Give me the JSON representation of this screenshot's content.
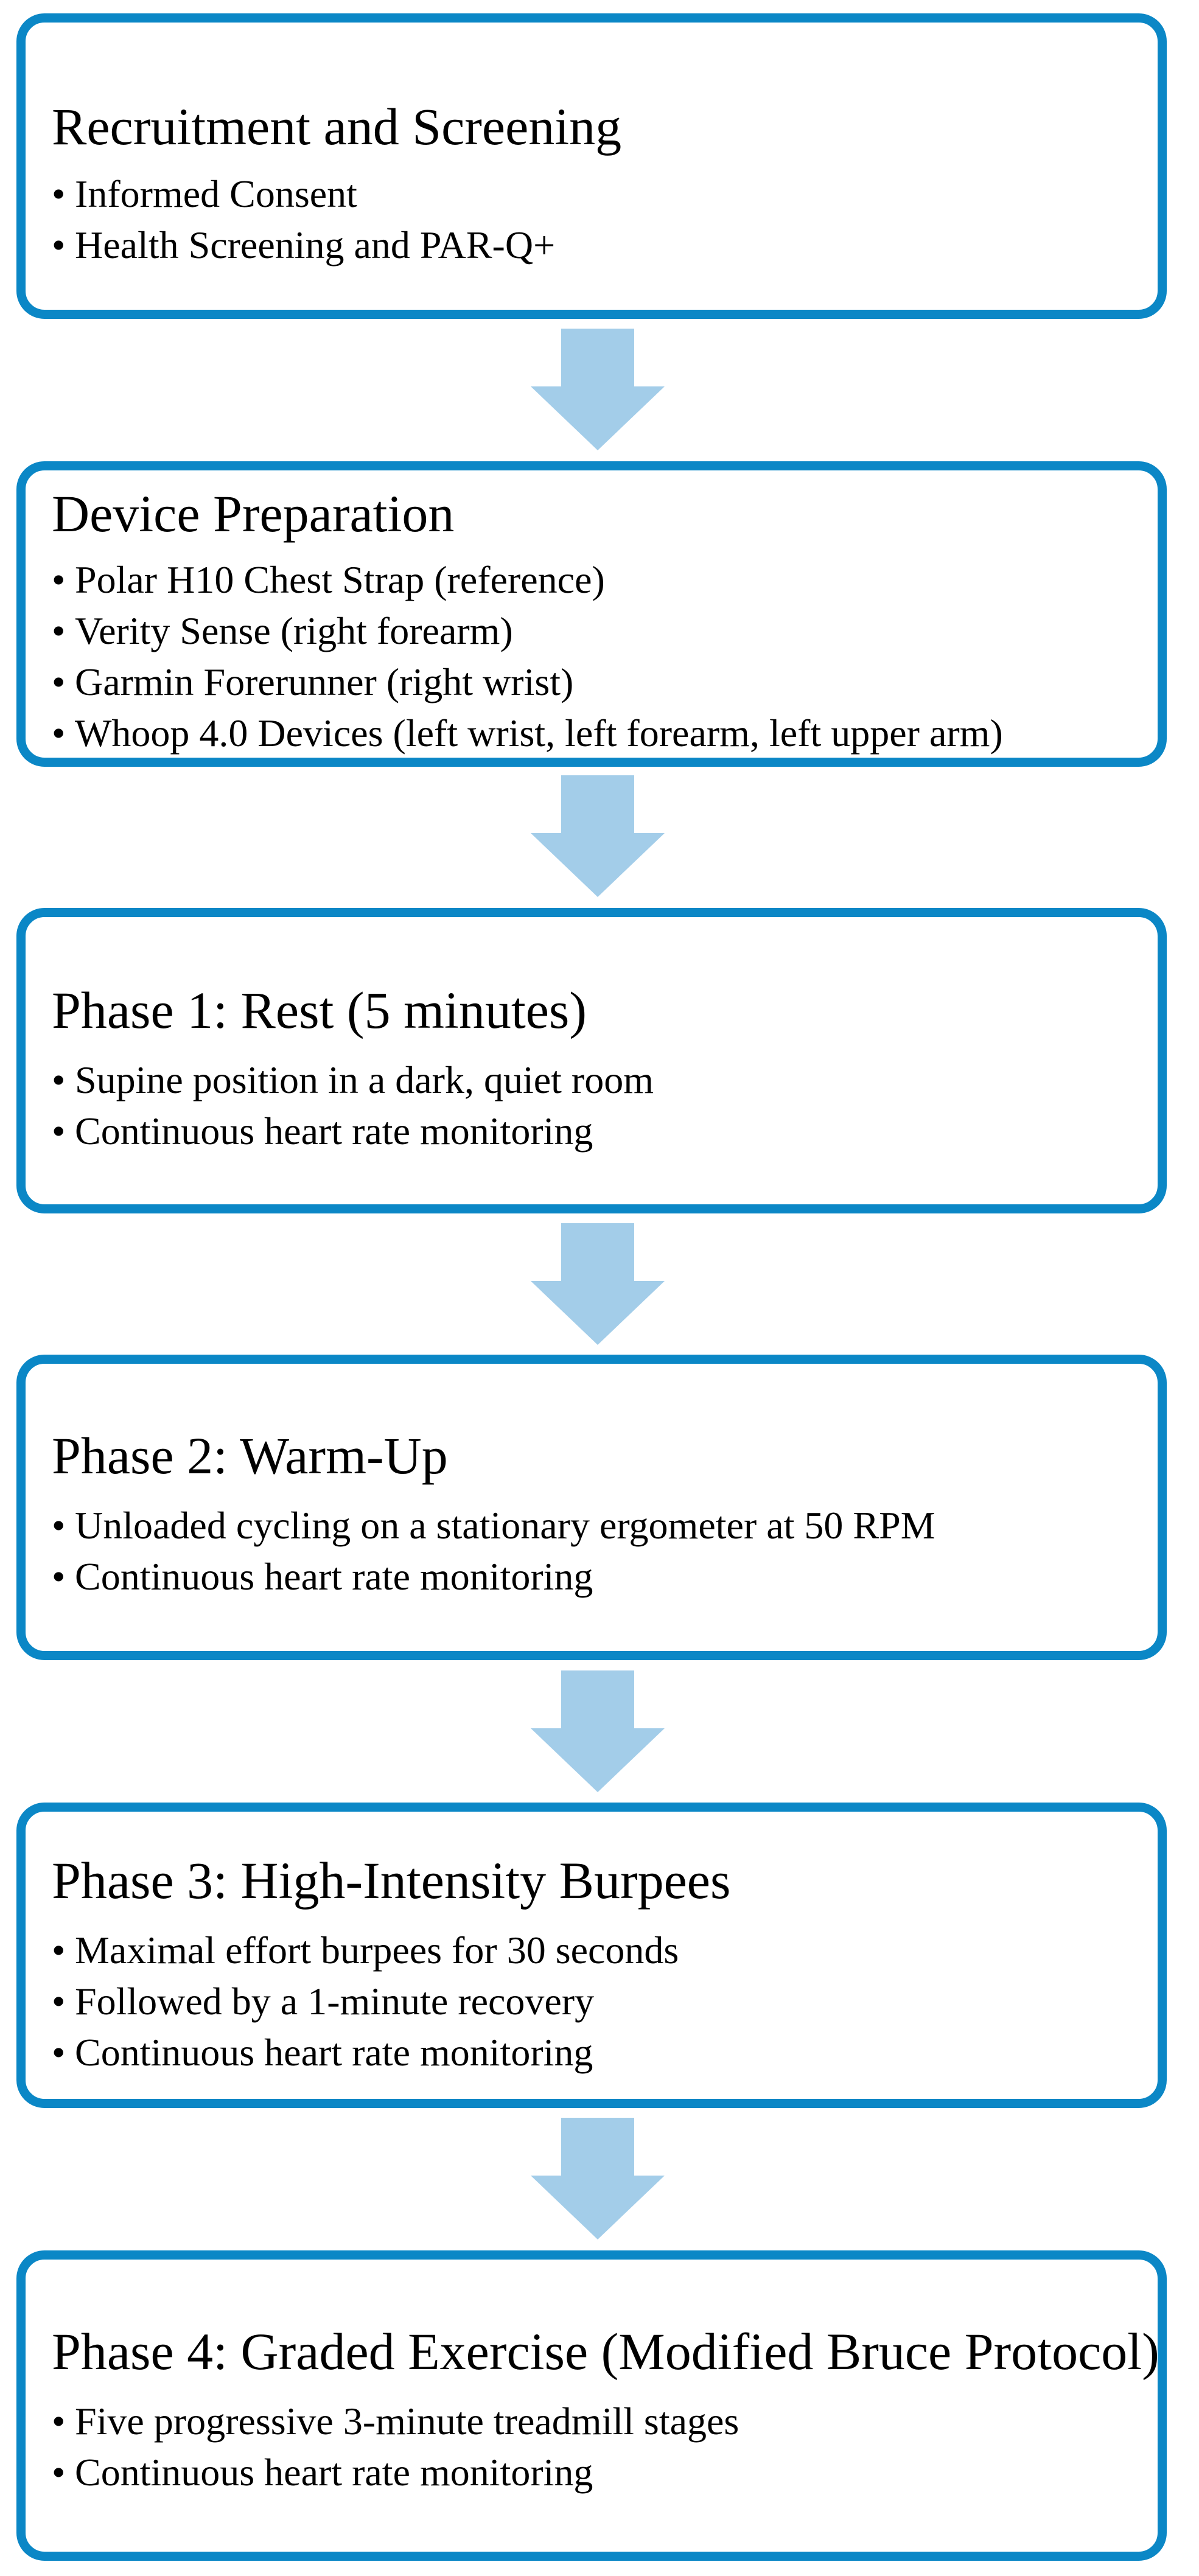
{
  "steps": [
    {
      "title": "Recruitment and Screening",
      "bullets": [
        "Informed Consent",
        "Health Screening and PAR-Q+"
      ]
    },
    {
      "title": "Device Preparation",
      "bullets": [
        "Polar H10 Chest Strap (reference)",
        "Verity Sense (right forearm)",
        "Garmin Forerunner (right wrist)",
        "Whoop 4.0 Devices (left wrist, left forearm, left upper arm)"
      ]
    },
    {
      "title": "Phase 1: Rest (5 minutes)",
      "bullets": [
        "Supine position in a dark, quiet room",
        "Continuous heart rate monitoring"
      ]
    },
    {
      "title": "Phase 2: Warm-Up",
      "bullets": [
        "Unloaded cycling on a stationary ergometer at 50 RPM",
        "Continuous heart rate monitoring"
      ]
    },
    {
      "title": "Phase 3: High-Intensity Burpees",
      "bullets": [
        "Maximal effort burpees for 30 seconds",
        "Followed by a 1-minute recovery",
        "Continuous heart rate monitoring"
      ]
    },
    {
      "title": "Phase 4: Graded Exercise (Modified Bruce Protocol)",
      "bullets": [
        "Five progressive 3-minute treadmill stages",
        "Continuous heart rate monitoring"
      ]
    }
  ],
  "bullet_char": "•",
  "colors": {
    "box_border": "#0b87c6",
    "arrow_fill": "#a3cde9"
  }
}
